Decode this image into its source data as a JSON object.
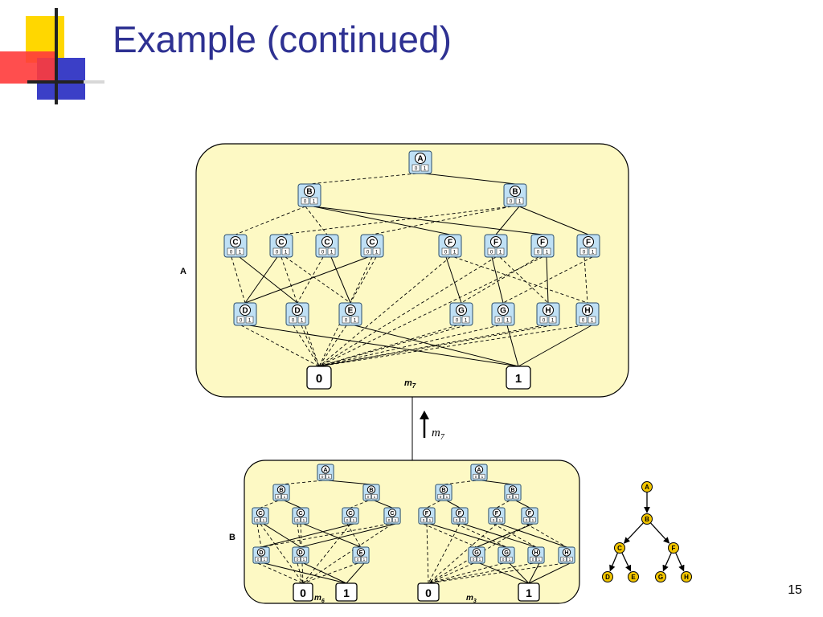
{
  "slide": {
    "title": "Example (continued)",
    "page_number": "15"
  },
  "panel_a": {
    "side_label": "A",
    "manager_label": "m",
    "manager_sub": "7",
    "terminal_0": "0",
    "terminal_1": "1",
    "levels": [
      [
        "A"
      ],
      [
        "B",
        "B"
      ],
      [
        "C",
        "C",
        "C",
        "C",
        "F",
        "F",
        "F",
        "F"
      ],
      [
        "D",
        "D",
        "E",
        "G",
        "G",
        "H",
        "H"
      ]
    ],
    "low_label": "0",
    "high_label": "1"
  },
  "arrow": {
    "label": "m",
    "sub": "7"
  },
  "panel_b": {
    "side_label": "B",
    "left_manager": "m",
    "left_sub": "6",
    "right_manager": "m",
    "right_sub": "3",
    "terminal_0": "0",
    "terminal_1": "1",
    "left_levels": [
      [
        "A"
      ],
      [
        "B",
        "B"
      ],
      [
        "C",
        "C",
        "C",
        "C"
      ],
      [
        "D",
        "D",
        "E"
      ]
    ],
    "right_levels": [
      [
        "A"
      ],
      [
        "B",
        "B"
      ],
      [
        "F",
        "F",
        "F",
        "F"
      ],
      [
        "G",
        "G",
        "H",
        "H"
      ]
    ]
  },
  "tree": {
    "nodes": [
      "A",
      "B",
      "C",
      "F",
      "D",
      "E",
      "G",
      "H"
    ],
    "node_color": "#f2c500"
  },
  "colors": {
    "title": "#2e3192",
    "panel_fill": "#fdf9c4",
    "node_fill": "#bfe0f5"
  }
}
